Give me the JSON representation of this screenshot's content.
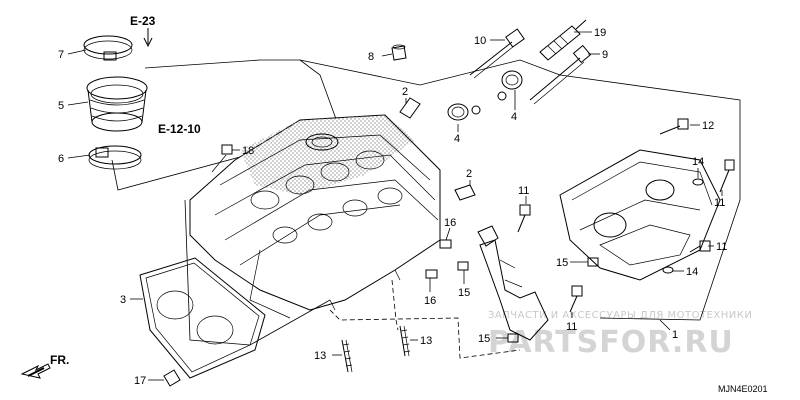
{
  "diagram": {
    "callouts": [
      {
        "id": "c7a",
        "label": "7"
      },
      {
        "id": "c5",
        "label": "5"
      },
      {
        "id": "c6",
        "label": "6"
      },
      {
        "id": "c8",
        "label": "8"
      },
      {
        "id": "c10",
        "label": "10"
      },
      {
        "id": "c19",
        "label": "19"
      },
      {
        "id": "c9",
        "label": "9"
      },
      {
        "id": "c2a",
        "label": "2"
      },
      {
        "id": "c4a",
        "label": "4"
      },
      {
        "id": "c4b",
        "label": "4"
      },
      {
        "id": "c18",
        "label": "18"
      },
      {
        "id": "c12",
        "label": "12"
      },
      {
        "id": "c2b",
        "label": "2"
      },
      {
        "id": "c14a",
        "label": "14"
      },
      {
        "id": "c11a",
        "label": "11"
      },
      {
        "id": "c11b",
        "label": "11"
      },
      {
        "id": "c16a",
        "label": "16"
      },
      {
        "id": "c16b",
        "label": "16"
      },
      {
        "id": "c15a",
        "label": "15"
      },
      {
        "id": "c15b",
        "label": "15"
      },
      {
        "id": "c11c",
        "label": "11"
      },
      {
        "id": "c14b",
        "label": "14"
      },
      {
        "id": "c3",
        "label": "3"
      },
      {
        "id": "c1",
        "label": "1"
      },
      {
        "id": "c11d",
        "label": "11"
      },
      {
        "id": "c13a",
        "label": "13"
      },
      {
        "id": "c13b",
        "label": "13"
      },
      {
        "id": "c15c",
        "label": "15"
      },
      {
        "id": "c17",
        "label": "17"
      }
    ],
    "refs": {
      "e23": "E-23",
      "e1210": "E-12-10"
    },
    "front_marker": "FR.",
    "diagram_code": "MJN4E0201"
  },
  "watermark": {
    "tagline": "ЗАПЧАСТИ И АКСЕССУАРЫ ДЛЯ МОТОТЕХНИКИ",
    "brand": "PARTSFOR.RU"
  },
  "colors": {
    "line": "#000000",
    "background": "#ffffff",
    "watermark": "#d4d4d4",
    "shade": "#9a9a9a"
  }
}
